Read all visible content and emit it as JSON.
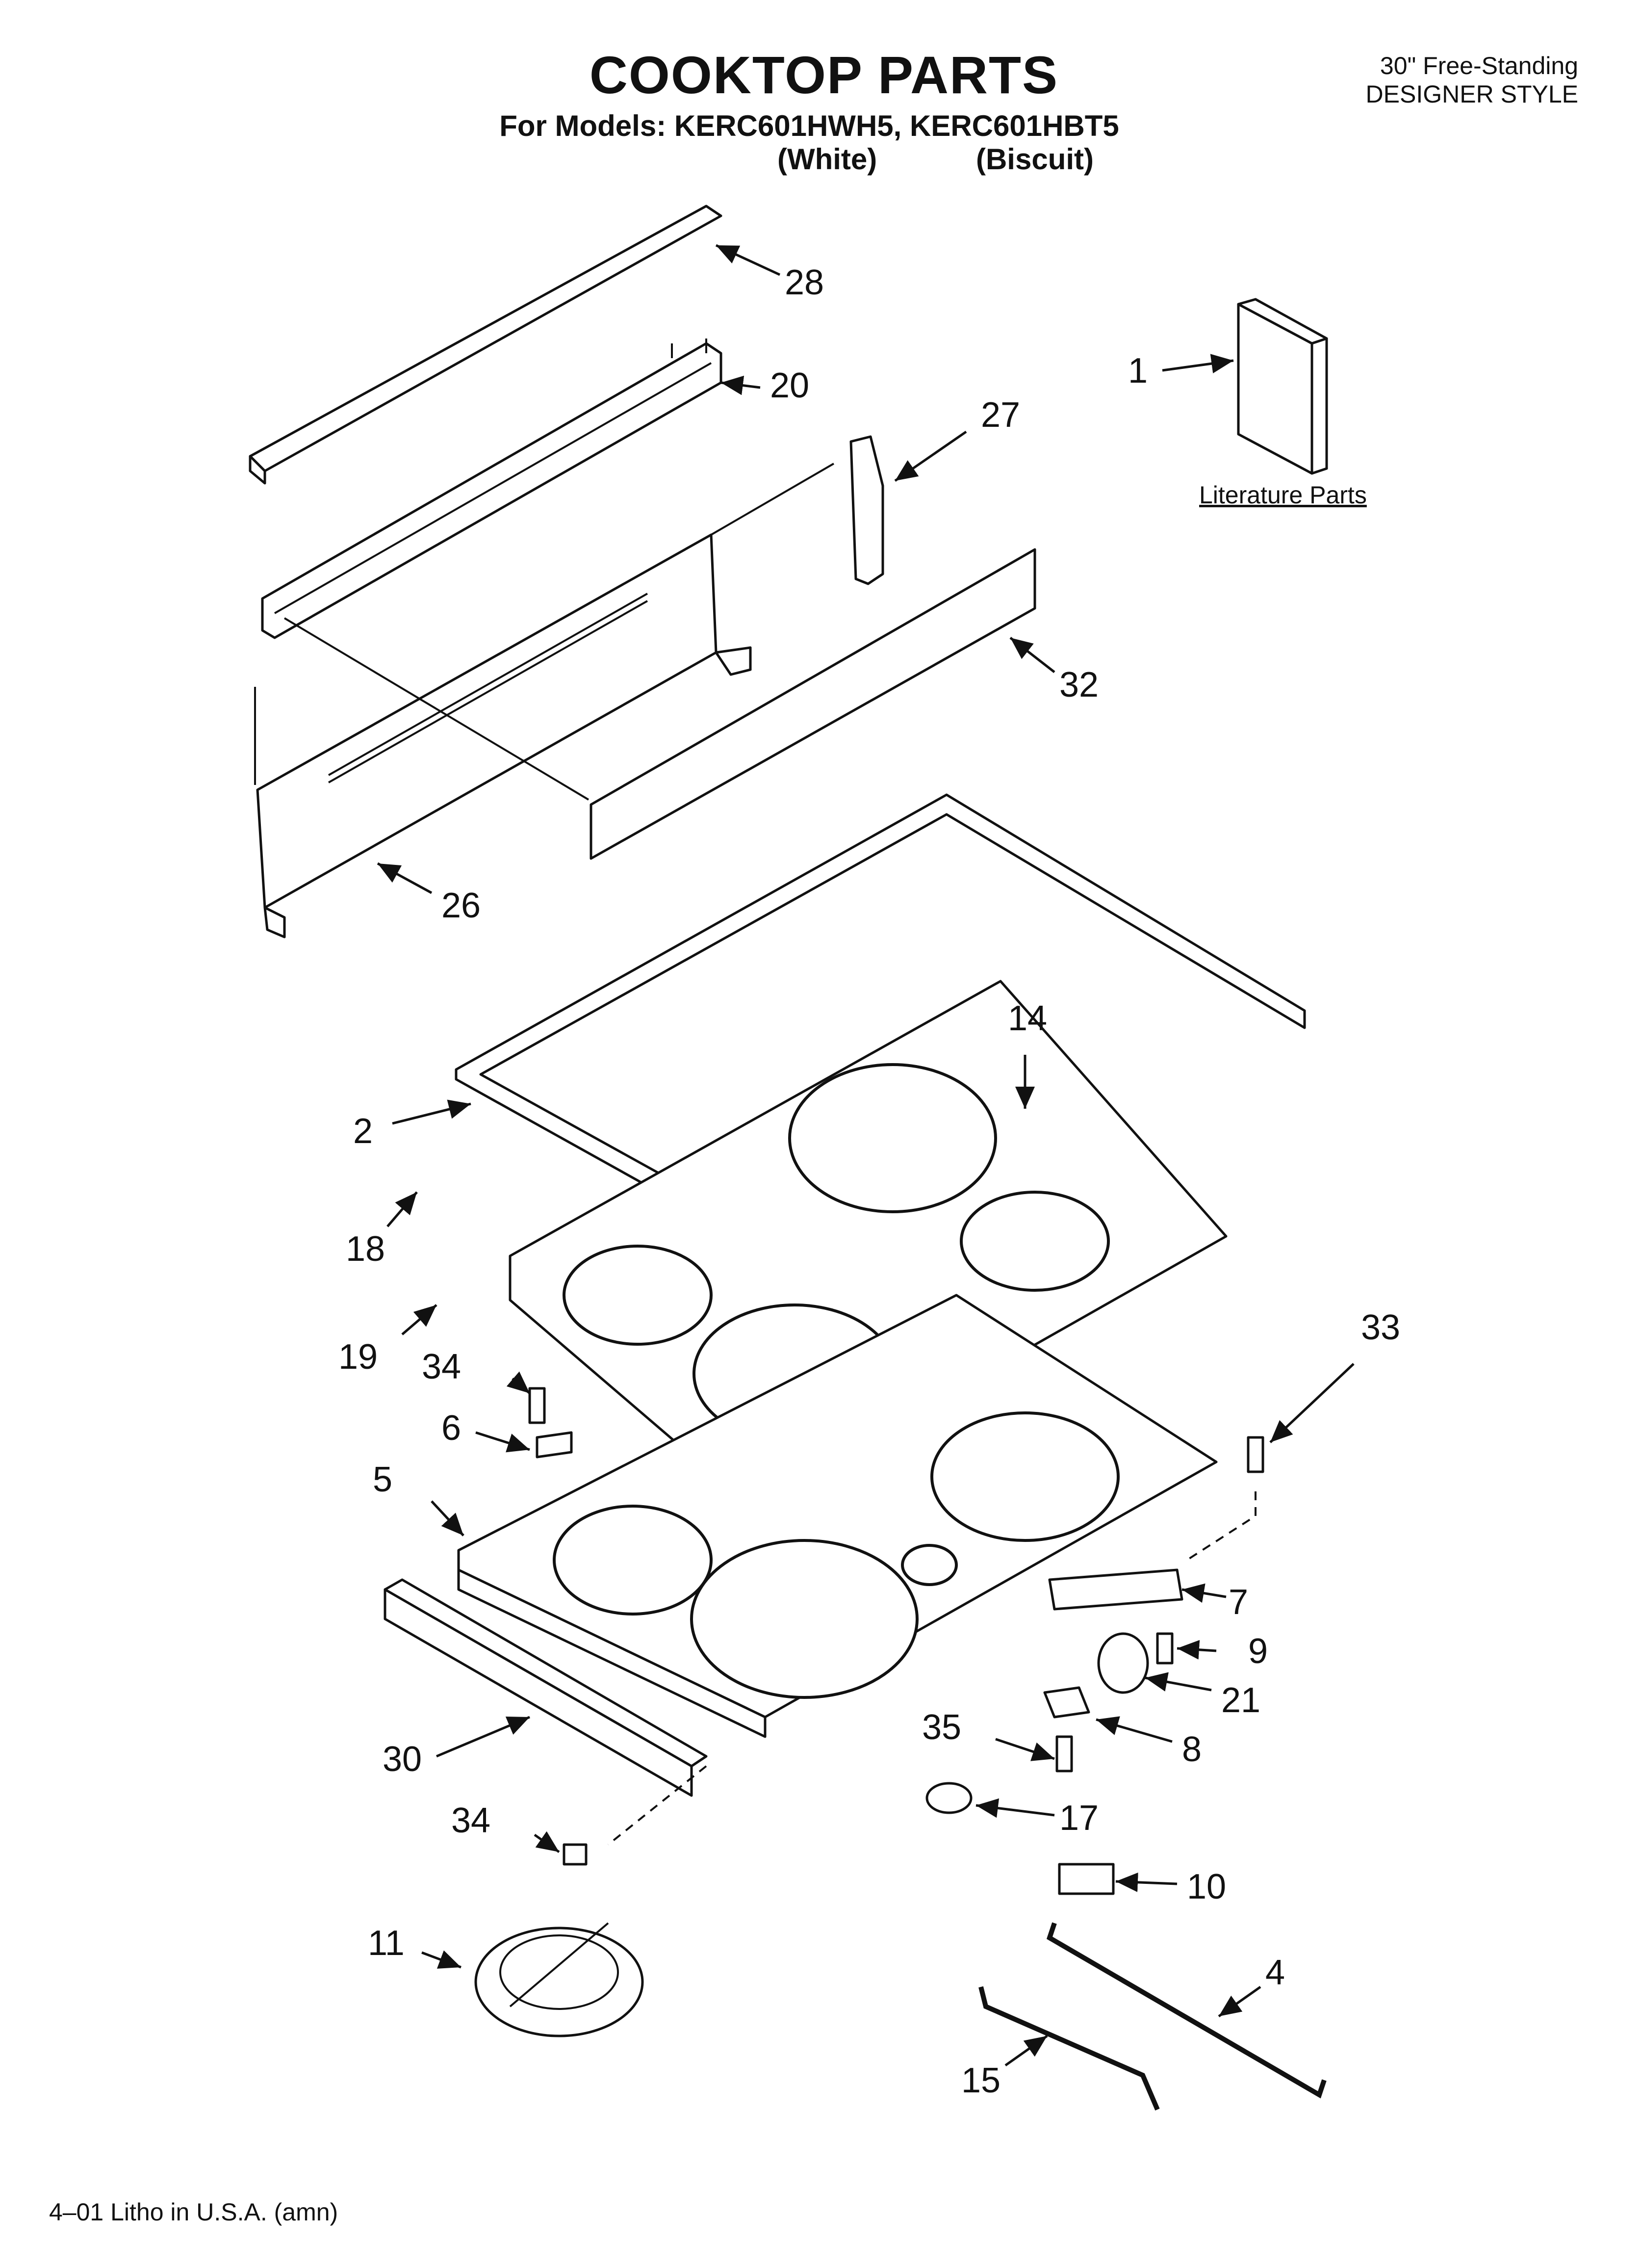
{
  "header": {
    "title": "COOKTOP PARTS",
    "models_line": "For Models: KERC601HWH5, KERC601HBT5",
    "variant_white": "(White)",
    "variant_biscuit": "(Biscuit)",
    "style_line1": "30\" Free-Standing",
    "style_line2": "DESIGNER STYLE"
  },
  "literature_label": "Literature Parts",
  "footer": "4–01 Litho in U.S.A. (amn)",
  "callouts": [
    {
      "id": "c28",
      "label": "28"
    },
    {
      "id": "c20",
      "label": "20"
    },
    {
      "id": "c1",
      "label": "1"
    },
    {
      "id": "c27",
      "label": "27"
    },
    {
      "id": "c32",
      "label": "32"
    },
    {
      "id": "c26",
      "label": "26"
    },
    {
      "id": "c14",
      "label": "14"
    },
    {
      "id": "c2",
      "label": "2"
    },
    {
      "id": "c18",
      "label": "18"
    },
    {
      "id": "c19",
      "label": "19"
    },
    {
      "id": "c33",
      "label": "33"
    },
    {
      "id": "c34a",
      "label": "34"
    },
    {
      "id": "c6",
      "label": "6"
    },
    {
      "id": "c5",
      "label": "5"
    },
    {
      "id": "c7",
      "label": "7"
    },
    {
      "id": "c9",
      "label": "9"
    },
    {
      "id": "c21",
      "label": "21"
    },
    {
      "id": "c35",
      "label": "35"
    },
    {
      "id": "c8",
      "label": "8"
    },
    {
      "id": "c30",
      "label": "30"
    },
    {
      "id": "c17",
      "label": "17"
    },
    {
      "id": "c34b",
      "label": "34"
    },
    {
      "id": "c10",
      "label": "10"
    },
    {
      "id": "c11",
      "label": "11"
    },
    {
      "id": "c4",
      "label": "4"
    },
    {
      "id": "c15",
      "label": "15"
    }
  ]
}
